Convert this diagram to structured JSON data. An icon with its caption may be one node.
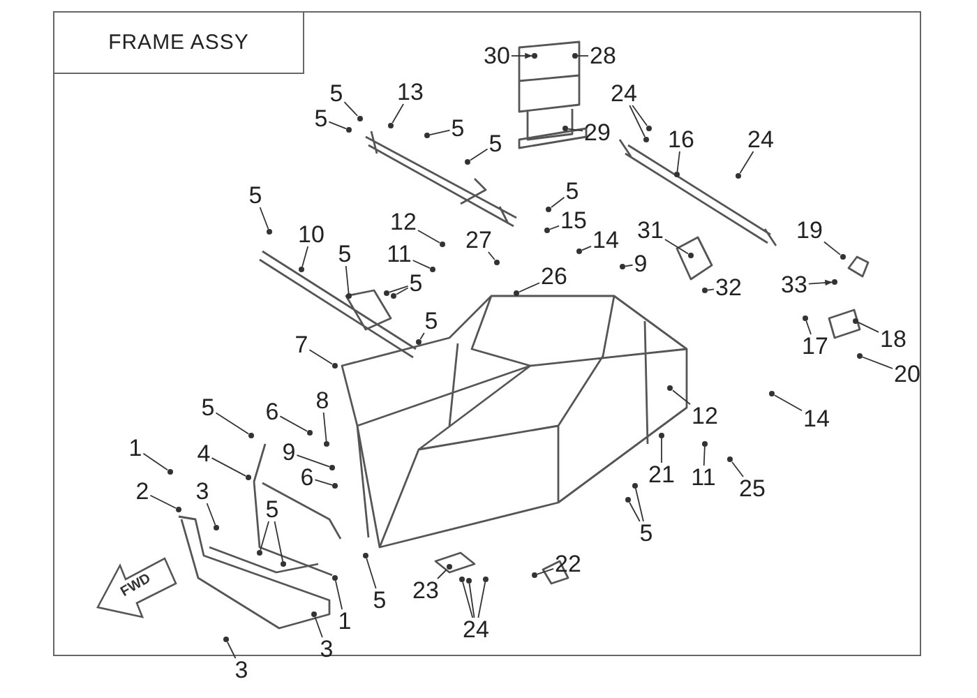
{
  "diagram": {
    "title": "FRAME ASSY",
    "nodes": [
      {
        "text": [
          "30"
        ]
      },
      {
        "text": [
          "28"
        ]
      },
      {
        "text": [
          "5"
        ]
      },
      {
        "text": [
          "5"
        ]
      },
      {
        "text": [
          "13"
        ]
      },
      {
        "text": [
          "5"
        ]
      },
      {
        "text": [
          "24"
        ]
      },
      {
        "text": [
          "16"
        ]
      },
      {
        "text": [
          "24"
        ]
      },
      {
        "text": [
          "5"
        ]
      },
      {
        "text": [
          "29"
        ]
      },
      {
        "text": [
          "5"
        ]
      },
      {
        "text": [
          "10"
        ]
      },
      {
        "text": [
          "12"
        ]
      },
      {
        "text": [
          "27"
        ]
      },
      {
        "text": [
          "5"
        ]
      },
      {
        "text": [
          "15"
        ]
      },
      {
        "text": [
          "14"
        ]
      },
      {
        "text": [
          "9"
        ]
      },
      {
        "text": [
          "31"
        ]
      },
      {
        "text": [
          "19"
        ]
      },
      {
        "text": [
          "26"
        ]
      },
      {
        "text": [
          "32"
        ]
      },
      {
        "text": [
          "33"
        ]
      },
      {
        "text": [
          "11"
        ]
      },
      {
        "text": [
          "5"
        ]
      },
      {
        "text": [
          "5"
        ]
      },
      {
        "text": [
          "5"
        ]
      },
      {
        "text": [
          "7"
        ]
      },
      {
        "text": [
          "17"
        ]
      },
      {
        "text": [
          "18"
        ]
      },
      {
        "text": [
          "20"
        ]
      },
      {
        "text": [
          "5"
        ]
      },
      {
        "text": [
          "6"
        ]
      },
      {
        "text": [
          "8"
        ]
      },
      {
        "text": [
          "9"
        ]
      },
      {
        "text": [
          "6"
        ]
      },
      {
        "text": [
          "1"
        ]
      },
      {
        "text": [
          "4"
        ]
      },
      {
        "text": [
          "2"
        ]
      },
      {
        "text": [
          "3"
        ]
      },
      {
        "text": [
          "5"
        ]
      },
      {
        "text": [
          "5"
        ]
      },
      {
        "text": [
          "1"
        ]
      },
      {
        "text": [
          "3"
        ]
      },
      {
        "text": [
          "3"
        ]
      },
      {
        "text": [
          "23"
        ]
      },
      {
        "text": [
          "24"
        ]
      },
      {
        "text": [
          "22"
        ]
      },
      {
        "text": [
          "12"
        ]
      },
      {
        "text": [
          "14"
        ]
      },
      {
        "text": [
          "21"
        ]
      },
      {
        "text": [
          "11"
        ]
      },
      {
        "text": [
          "25"
        ]
      },
      {
        "text": [
          "5"
        ]
      },
      {
        "text": [],
        "shape": "circle"
      },
      {
        "text": [],
        "shape": "circle"
      },
      {
        "text": [],
        "shape": "circle"
      },
      {
        "text": [],
        "shape": "circle"
      },
      {
        "text": [],
        "shape": "circle"
      },
      {
        "text": [],
        "shape": "circle"
      },
      {
        "text": [],
        "shape": "circle"
      },
      {
        "text": [],
        "shape": "circle"
      },
      {
        "text": [],
        "shape": "circle"
      },
      {
        "text": [],
        "shape": "circle"
      },
      {
        "text": [],
        "shape": "circle"
      },
      {
        "text": [],
        "shape": "circle"
      },
      {
        "text": [],
        "shape": "circle"
      },
      {
        "text": [],
        "shape": "circle"
      },
      {
        "text": [],
        "shape": "circle"
      },
      {
        "text": [],
        "shape": "circle"
      },
      {
        "text": [],
        "shape": "circle"
      },
      {
        "text": [],
        "shape": "circle"
      },
      {
        "text": [],
        "shape": "circle"
      },
      {
        "text": [],
        "shape": "circle"
      },
      {
        "text": [],
        "shape": "circle"
      },
      {
        "text": [],
        "shape": "circle"
      },
      {
        "text": [],
        "shape": "circle"
      },
      {
        "text": [],
        "shape": "circle"
      },
      {
        "text": [],
        "shape": "circle"
      },
      {
        "text": [],
        "shape": "circle"
      },
      {
        "text": [],
        "shape": "circle"
      },
      {
        "text": [],
        "shape": "circle"
      },
      {
        "text": [],
        "shape": "circle"
      },
      {
        "text": [],
        "shape": "circle"
      },
      {
        "text": [],
        "shape": "circle"
      },
      {
        "text": [],
        "shape": "circle"
      },
      {
        "text": [],
        "shape": "circle"
      },
      {
        "text": [],
        "shape": "circle"
      },
      {
        "text": [],
        "shape": "circle"
      },
      {
        "text": [],
        "shape": "circle"
      },
      {
        "text": [],
        "shape": "circle"
      },
      {
        "text": [],
        "shape": "circle"
      },
      {
        "text": [],
        "shape": "circle"
      },
      {
        "text": [],
        "shape": "circle"
      },
      {
        "text": [],
        "shape": "circle"
      },
      {
        "text": [],
        "shape": "circle"
      },
      {
        "text": [],
        "shape": "circle"
      },
      {
        "text": [],
        "shape": "circle"
      },
      {
        "text": [],
        "shape": "circle"
      },
      {
        "text": [],
        "shape": "circle"
      },
      {
        "text": [],
        "shape": "circle"
      },
      {
        "text": [],
        "shape": "circle"
      },
      {
        "text": [],
        "shape": "circle"
      },
      {
        "text": [],
        "shape": "circle"
      },
      {
        "text": [],
        "shape": "circle"
      },
      {
        "text": [],
        "shape": "circle"
      },
      {
        "text": [],
        "shape": "circle"
      },
      {
        "text": [],
        "shape": "circle"
      },
      {
        "text": [],
        "shape": "circle"
      },
      {
        "text": [],
        "shape": "circle"
      },
      {
        "text": [],
        "shape": "circle"
      },
      {
        "text": [],
        "shape": "circle"
      },
      {
        "text": [],
        "shape": "circle"
      },
      {
        "text": [],
        "shape": "circle"
      },
      {
        "text": [],
        "shape": "circle"
      }
    ],
    "edges": [
      {
        "from": 0,
        "to": 55,
        "arrow": "to"
      },
      {
        "from": 1,
        "to": 56,
        "arrow": "none"
      },
      {
        "from": 2,
        "to": 57,
        "arrow": "none"
      },
      {
        "from": 3,
        "to": 58,
        "arrow": "none"
      },
      {
        "from": 4,
        "to": 59,
        "arrow": "none"
      },
      {
        "from": 5,
        "to": 60,
        "arrow": "none"
      },
      {
        "from": 6,
        "to": 61,
        "arrow": "none"
      },
      {
        "from": 6,
        "to": 62,
        "arrow": "none"
      },
      {
        "from": 7,
        "to": 63,
        "arrow": "none"
      },
      {
        "from": 8,
        "to": 64,
        "arrow": "none"
      },
      {
        "from": 9,
        "to": 65,
        "arrow": "none"
      },
      {
        "from": 10,
        "to": 66,
        "arrow": "none"
      },
      {
        "from": 11,
        "to": 67,
        "arrow": "none"
      },
      {
        "from": 12,
        "to": 68,
        "arrow": "none"
      },
      {
        "from": 13,
        "to": 69,
        "arrow": "none"
      },
      {
        "from": 14,
        "to": 70,
        "arrow": "none"
      },
      {
        "from": 15,
        "to": 71,
        "arrow": "none"
      },
      {
        "from": 16,
        "to": 72,
        "arrow": "none"
      },
      {
        "from": 17,
        "to": 73,
        "arrow": "none"
      },
      {
        "from": 18,
        "to": 74,
        "arrow": "none"
      },
      {
        "from": 19,
        "to": 75,
        "arrow": "none"
      },
      {
        "from": 20,
        "to": 76,
        "arrow": "none"
      },
      {
        "from": 21,
        "to": 77,
        "arrow": "none"
      },
      {
        "from": 22,
        "to": 78,
        "arrow": "none"
      },
      {
        "from": 23,
        "to": 79,
        "arrow": "to"
      },
      {
        "from": 24,
        "to": 80,
        "arrow": "none"
      },
      {
        "from": 25,
        "to": 81,
        "arrow": "none"
      },
      {
        "from": 26,
        "to": 82,
        "arrow": "none"
      },
      {
        "from": 26,
        "to": 83,
        "arrow": "none"
      },
      {
        "from": 27,
        "to": 84,
        "arrow": "none"
      },
      {
        "from": 28,
        "to": 85,
        "arrow": "none"
      },
      {
        "from": 29,
        "to": 86,
        "arrow": "none"
      },
      {
        "from": 30,
        "to": 87,
        "arrow": "none"
      },
      {
        "from": 31,
        "to": 88,
        "arrow": "none"
      },
      {
        "from": 32,
        "to": 89,
        "arrow": "none"
      },
      {
        "from": 33,
        "to": 90,
        "arrow": "none"
      },
      {
        "from": 34,
        "to": 91,
        "arrow": "none"
      },
      {
        "from": 35,
        "to": 92,
        "arrow": "none"
      },
      {
        "from": 36,
        "to": 93,
        "arrow": "none"
      },
      {
        "from": 37,
        "to": 94,
        "arrow": "none"
      },
      {
        "from": 38,
        "to": 95,
        "arrow": "none"
      },
      {
        "from": 39,
        "to": 96,
        "arrow": "none"
      },
      {
        "from": 40,
        "to": 97,
        "arrow": "none"
      },
      {
        "from": 41,
        "to": 98,
        "arrow": "none"
      },
      {
        "from": 41,
        "to": 99,
        "arrow": "none"
      },
      {
        "from": 42,
        "to": 100,
        "arrow": "none"
      },
      {
        "from": 43,
        "to": 101,
        "arrow": "none"
      },
      {
        "from": 44,
        "to": 102,
        "arrow": "none"
      },
      {
        "from": 45,
        "to": 103,
        "arrow": "none"
      },
      {
        "from": 46,
        "to": 104,
        "arrow": "none"
      },
      {
        "from": 47,
        "to": 105,
        "arrow": "none"
      },
      {
        "from": 47,
        "to": 106,
        "arrow": "none"
      },
      {
        "from": 47,
        "to": 107,
        "arrow": "none"
      },
      {
        "from": 48,
        "to": 108,
        "arrow": "none"
      },
      {
        "from": 49,
        "to": 109,
        "arrow": "none"
      },
      {
        "from": 50,
        "to": 110,
        "arrow": "none"
      },
      {
        "from": 51,
        "to": 111,
        "arrow": "none"
      },
      {
        "from": 52,
        "to": 112,
        "arrow": "none"
      },
      {
        "from": 53,
        "to": 113,
        "arrow": "none"
      },
      {
        "from": 54,
        "to": 114,
        "arrow": "none"
      },
      {
        "from": 54,
        "to": 115,
        "arrow": "none"
      }
    ],
    "labels": [
      "FWD"
    ]
  }
}
